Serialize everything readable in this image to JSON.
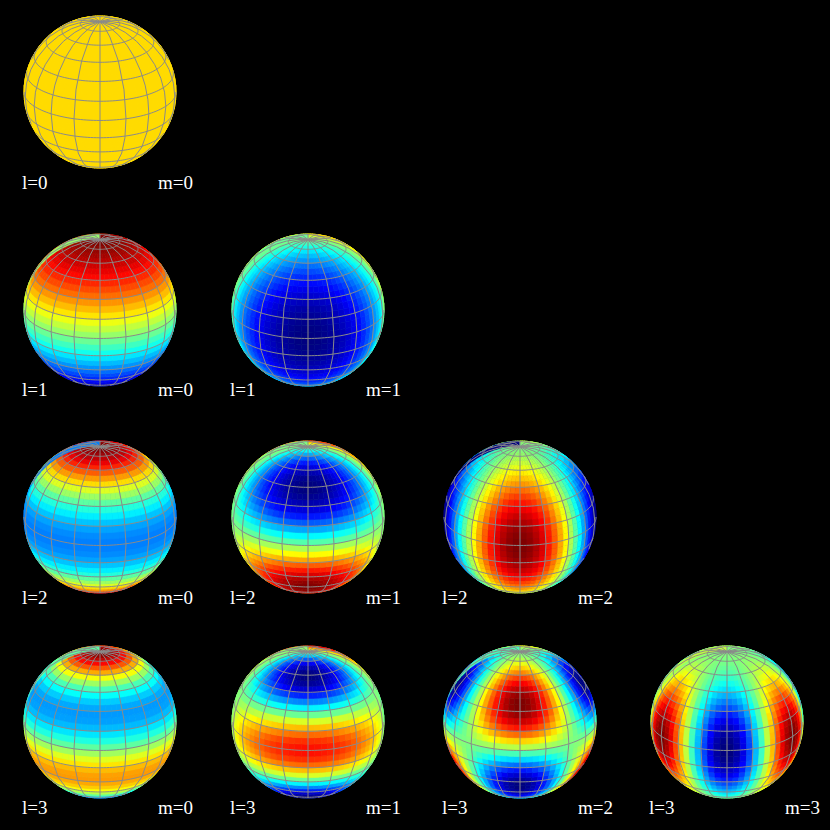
{
  "diagram": {
    "labels": [
      "l=0",
      "m=0",
      "l=1",
      "m=0",
      "l=1",
      "m=1",
      "l=2",
      "m=0",
      "l=2",
      "m=1",
      "l=2",
      "m=2",
      "l=3",
      "m=0",
      "l=3",
      "m=1",
      "l=3",
      "m=2",
      "l=3",
      "m=3"
    ]
  }
}
